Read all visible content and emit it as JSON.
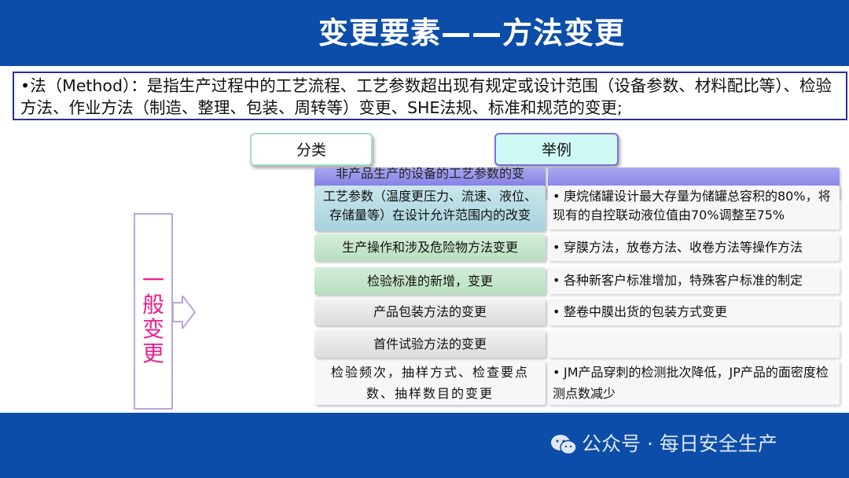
{
  "slide": {
    "title": "变更要素——方法变更",
    "definition": "•法（Method）：是指生产过程中的工艺流程、工艺参数超出现有规定或设计范围（设备参数、材料配比等）、检验方法、作业方法（制造、整理、包装、周转等）变更、SHE法规、标准和规范的变更;"
  },
  "table": {
    "header_category": "分类",
    "header_example": "举例",
    "side_label": "一般变更",
    "rows": [
      {
        "category": "非产品生产的设备的工艺参数的变",
        "example": ""
      },
      {
        "category": "工艺参数（温度更压力、流速、液位、存储量等）在设计允许范围内的改变",
        "example": "庚烷储罐设计最大存量为储罐总容积的80%，将现有的自控联动液位值由70%调整至75%"
      },
      {
        "category": "生产操作和涉及危险物方法变更",
        "example": "穿膜方法，放卷方法、收卷方法等操作方法"
      },
      {
        "category": "检验标准的新增，变更",
        "example": "各种新客户标准增加，特殊客户标准的制定"
      },
      {
        "category": "产品包装方法的变更",
        "example": "整卷中膜出货的包装方式变更"
      },
      {
        "category": "首件试验方法的变更",
        "example": ""
      },
      {
        "category": "检验频次，抽样方式、检查要点数、抽样数目的变更",
        "example": "JM产品穿刺的检测批次降低，JP产品的面密度检测点数减少"
      }
    ]
  },
  "watermark": {
    "text": "公众号 · 每日安全生产",
    "icon": "wechat-icon"
  }
}
